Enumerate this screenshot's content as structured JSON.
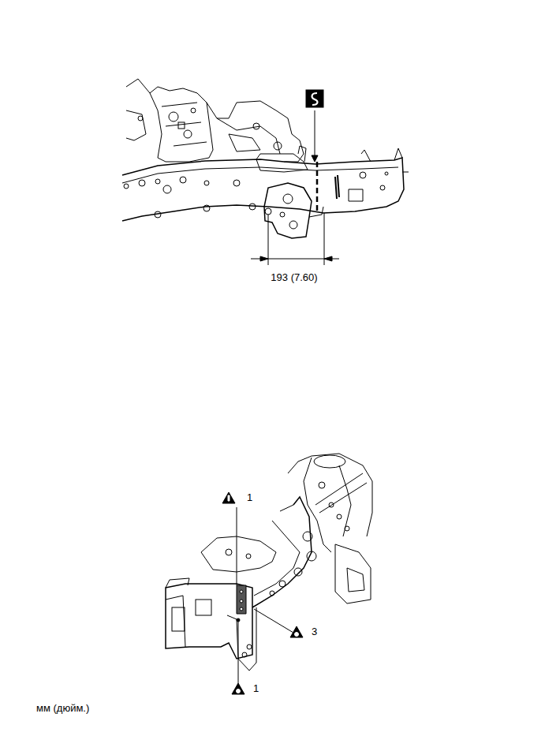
{
  "diagram": {
    "labels": [
      "193 (7.60)",
      "1",
      "3",
      "1",
      "мм (дюйм.)"
    ]
  }
}
